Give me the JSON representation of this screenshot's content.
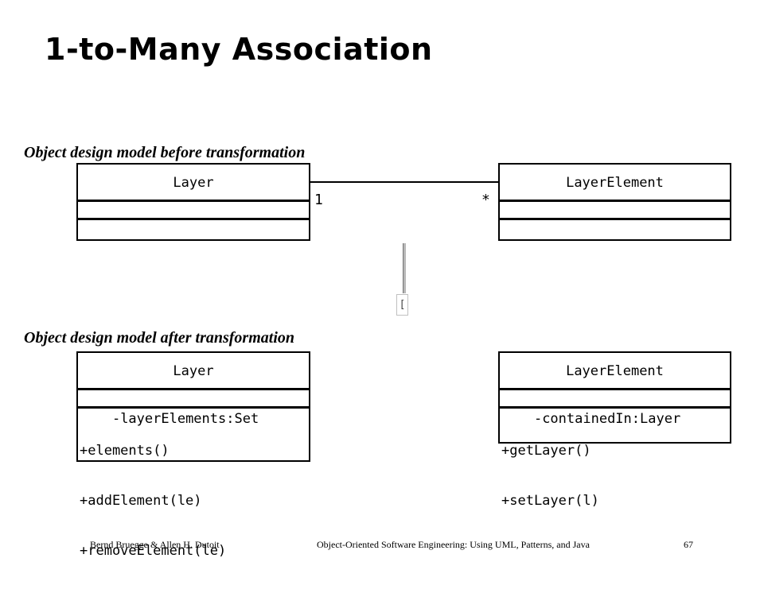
{
  "title": "1-to-Many Association",
  "before": {
    "caption": "Object design model before transformation",
    "layer": {
      "name": "Layer",
      "attributes": [],
      "operations": []
    },
    "layer_element": {
      "name": "LayerElement",
      "attributes": [],
      "operations": []
    },
    "association": {
      "source_multiplicity": "1",
      "target_multiplicity": "*"
    }
  },
  "transform_arrow_glyph": "[",
  "after": {
    "caption": "Object design model after transformation",
    "layer": {
      "name": "Layer",
      "attributes": [
        "-layerElements:Set"
      ],
      "operations": [
        "+elements()",
        "+addElement(le)",
        "+removeElement(le)"
      ]
    },
    "layer_element": {
      "name": "LayerElement",
      "attributes": [
        "-containedIn:Layer"
      ],
      "operations": [
        "+getLayer()",
        "+setLayer(l)"
      ]
    }
  },
  "footer": {
    "authors": "Bernd Bruegge & Allen H. Dutoit",
    "book": "Object-Oriented Software Engineering: Using UML, Patterns, and Java",
    "page": "67"
  }
}
